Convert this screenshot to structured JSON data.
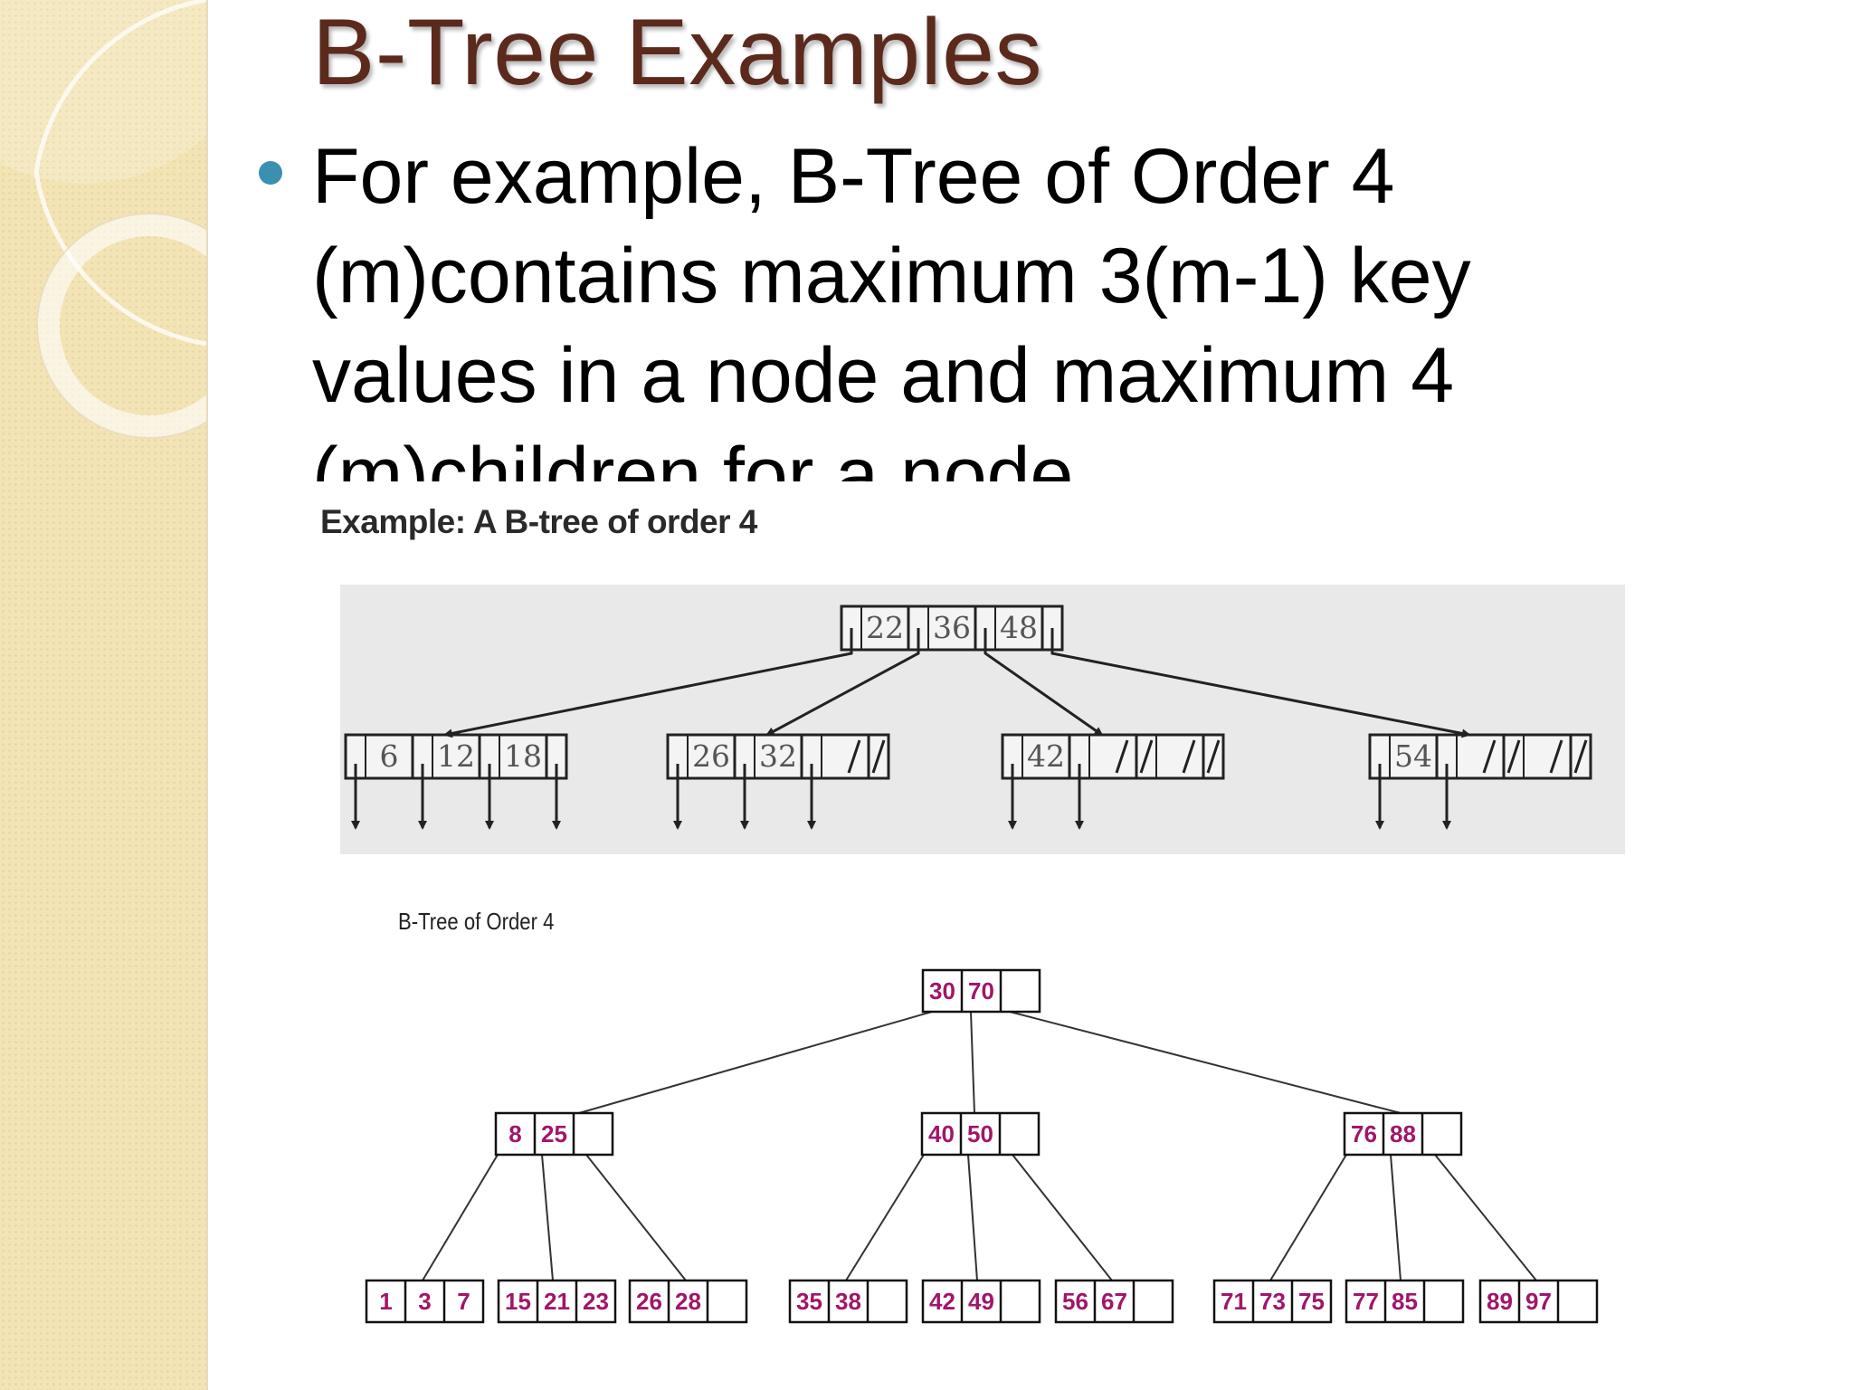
{
  "slide": {
    "title": "B-Tree Examples",
    "bullet": "For example, B-Tree of Order 4 (m)contains maximum 3(m-1) key values in a node and maximum 4 (m)children for a node"
  },
  "figure_a": {
    "caption": "Example: A B-tree of order 4",
    "root": [
      "22",
      "36",
      "48"
    ],
    "children": [
      [
        "6",
        "12",
        "18"
      ],
      [
        "26",
        "32"
      ],
      [
        "42"
      ],
      [
        "54"
      ]
    ]
  },
  "figure_b": {
    "caption": "B-Tree of Order 4",
    "root": [
      "30",
      "70"
    ],
    "level1": [
      [
        "8",
        "25"
      ],
      [
        "40",
        "50"
      ],
      [
        "76",
        "88"
      ]
    ],
    "leaves": [
      [
        "1",
        "3",
        "7"
      ],
      [
        "15",
        "21",
        "23"
      ],
      [
        "26",
        "28"
      ],
      [
        "35",
        "38"
      ],
      [
        "42",
        "49"
      ],
      [
        "56",
        "67"
      ],
      [
        "71",
        "73",
        "75"
      ],
      [
        "77",
        "85"
      ],
      [
        "89",
        "97"
      ]
    ],
    "key_color": "#a0166a"
  },
  "colors": {
    "title": "#5b2a1d",
    "bullet": "#3b8fb0",
    "sidebar": "#f3e4b6",
    "figure_a_bg": "#e9e9e9"
  }
}
